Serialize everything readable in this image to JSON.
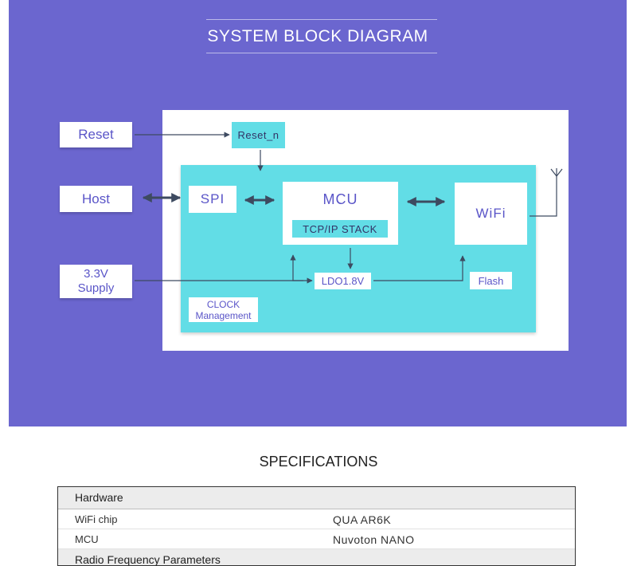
{
  "diagram": {
    "title": "SYSTEM BLOCK DIAGRAM",
    "blocks": {
      "reset": "Reset",
      "host": "Host",
      "supply_line1": "3.3V",
      "supply_line2": "Supply",
      "reset_n": "Reset_n",
      "spi": "SPI",
      "mcu": "MCU",
      "tcpip": "TCP/IP STACK",
      "wifi": "WiFi",
      "ldo": "LDO1.8V",
      "flash": "Flash",
      "clock_line1": "CLOCK",
      "clock_line2": "Management"
    },
    "colors": {
      "background": "#6b66cf",
      "module": "#62dde6",
      "arrow": "#3d4a60",
      "label": "#5a55c8"
    }
  },
  "specifications": {
    "title": "SPECIFICATIONS",
    "sections": [
      {
        "name": "Hardware",
        "rows": [
          {
            "key": "WiFi chip",
            "value": "QUA AR6K"
          },
          {
            "key": "MCU",
            "value": "Nuvoton NANO"
          }
        ]
      },
      {
        "name": "Radio Frequency Parameters",
        "rows": []
      }
    ]
  }
}
